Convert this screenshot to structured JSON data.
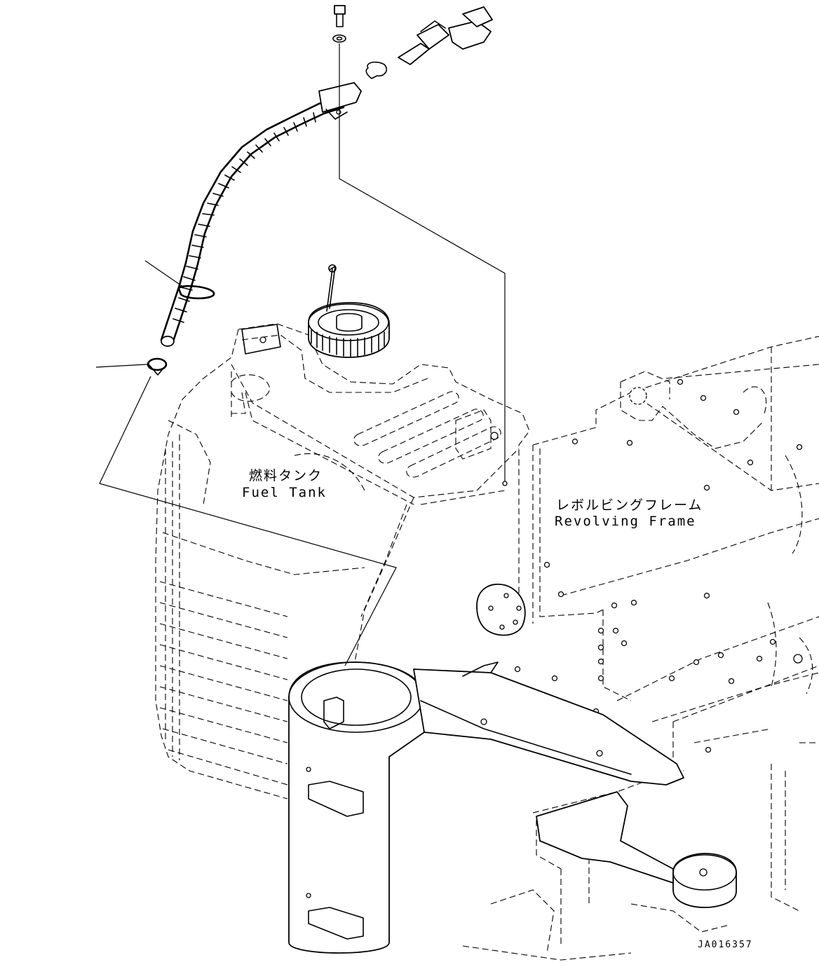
{
  "labels": {
    "fuel_tank_ja": "燃料タンク",
    "fuel_tank_en": "Fuel Tank",
    "frame_ja": "レボルビングフレーム",
    "frame_en": "Revolving Frame",
    "drawing_code": "JA016357"
  }
}
